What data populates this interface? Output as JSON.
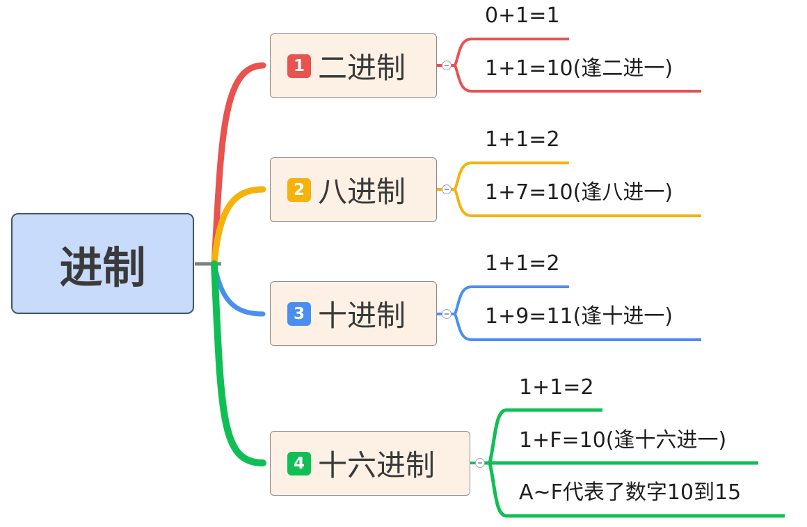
{
  "root": {
    "label": "进制"
  },
  "colors": {
    "red": "#e8524f",
    "yellow": "#f5b20a",
    "blue": "#4a8ff0",
    "green": "#0fbf55",
    "connector": "#7f7f7f"
  },
  "branches": [
    {
      "number": "1",
      "label": "二进制",
      "color": "#e8524f",
      "leaves": [
        "0+1=1",
        "1+1=10(逢二进一)"
      ]
    },
    {
      "number": "2",
      "label": "八进制",
      "color": "#f5b20a",
      "leaves": [
        "1+1=2",
        "1+7=10(逢八进一)"
      ]
    },
    {
      "number": "3",
      "label": "十进制",
      "color": "#4a8ff0",
      "leaves": [
        "1+1=2",
        "1+9=11(逢十进一)"
      ]
    },
    {
      "number": "4",
      "label": "十六进制",
      "color": "#0fbf55",
      "leaves": [
        "1+1=2",
        "1+F=10(逢十六进一)",
        "A~F代表了数字10到15"
      ]
    }
  ]
}
